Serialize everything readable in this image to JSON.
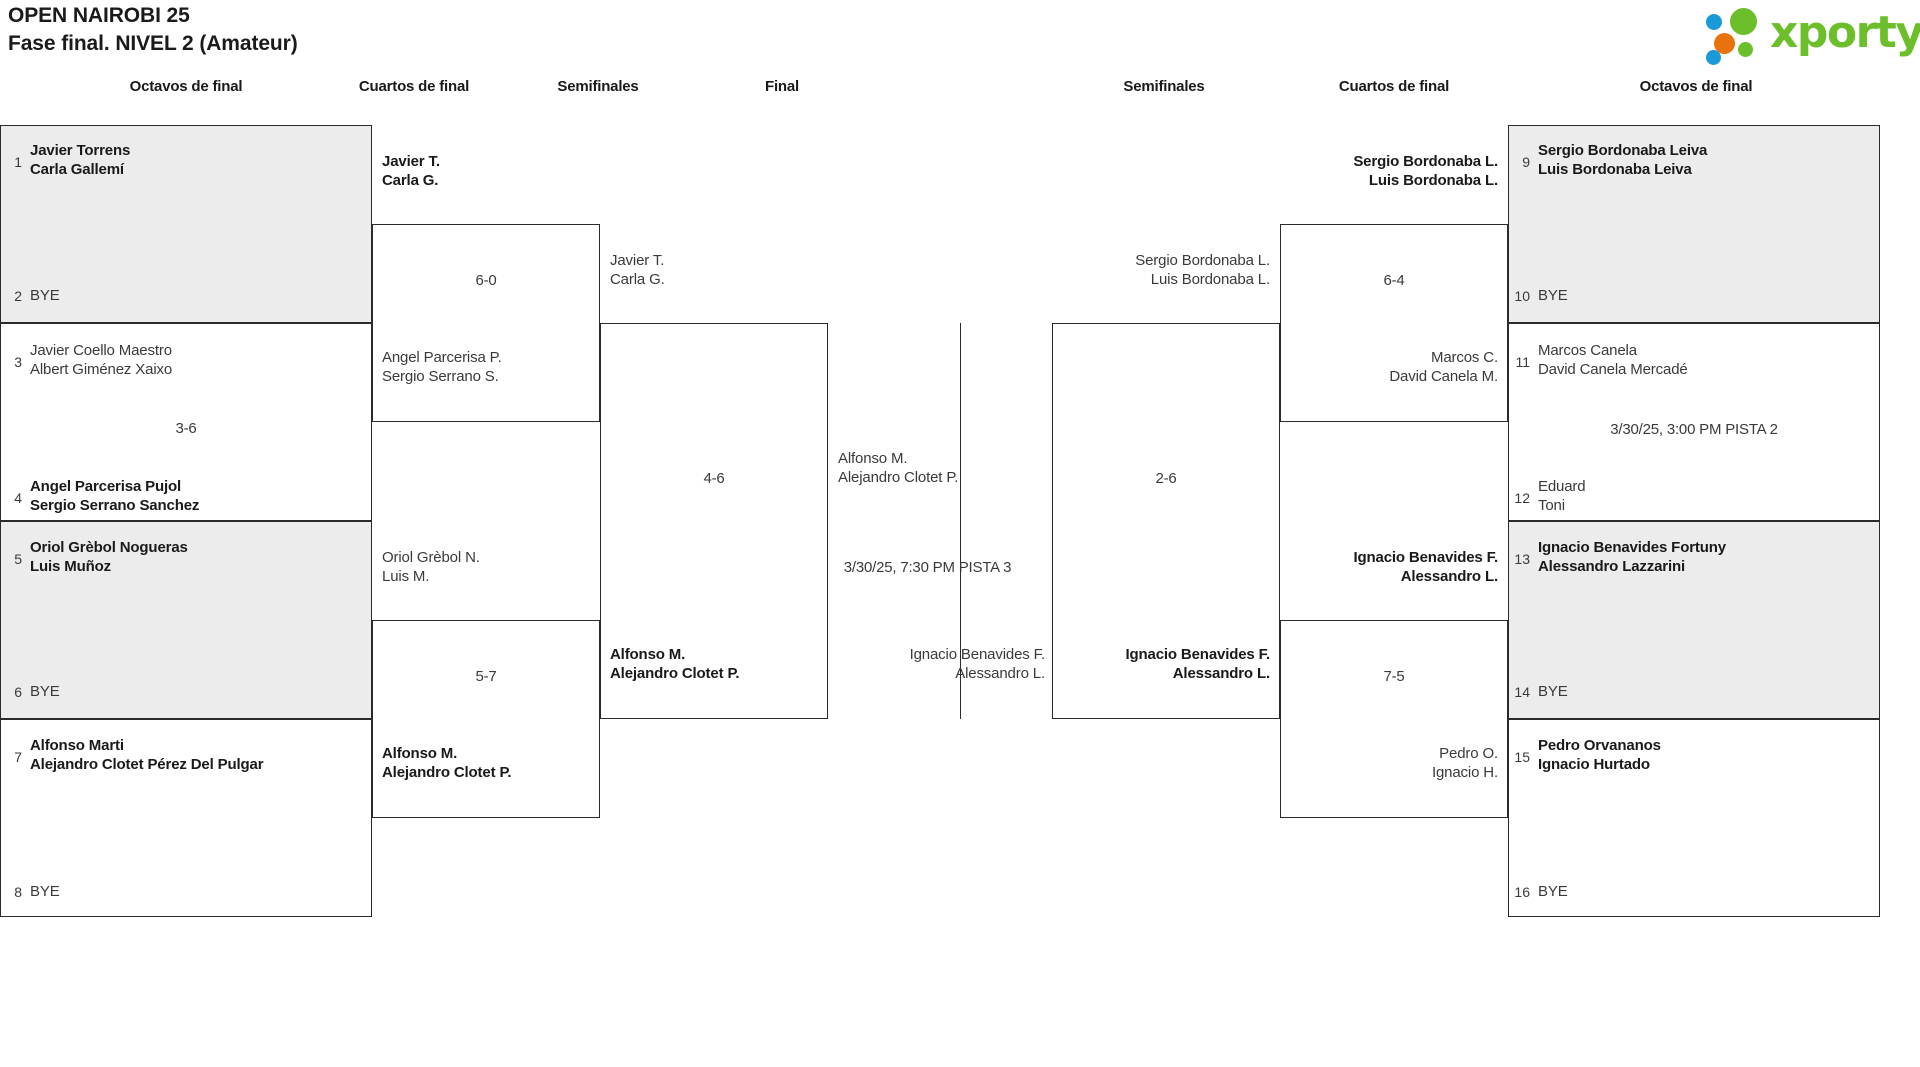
{
  "header": {
    "title": "OPEN NAIROBI 25",
    "subtitle": "Fase final. NIVEL 2 (Amateur)",
    "logo_text": "xporty",
    "logo_colors": {
      "green": "#6cbe2a",
      "blue": "#1a9ad7",
      "orange": "#e8730c"
    }
  },
  "round_headers": {
    "left_r16": "Octavos de final",
    "left_qf": "Cuartos de final",
    "left_sf": "Semifinales",
    "final": "Final",
    "right_sf": "Semifinales",
    "right_qf": "Cuartos de final",
    "right_r16": "Octavos de final"
  },
  "left_r16": [
    {
      "seed": "1",
      "p1": "Javier Torrens",
      "p2": "Carla Gallemí",
      "seed2": "2",
      "opponent": "BYE",
      "winner": true,
      "shaded": true,
      "score": ""
    },
    {
      "seed": "3",
      "p1": "Javier Coello Maestro",
      "p2": "Albert Giménez Xaixo",
      "seed2": "4",
      "o1": "Angel Parcerisa Pujol",
      "o2": "Sergio Serrano Sanchez",
      "score": "3-6",
      "shaded": false,
      "winner_bottom": true
    },
    {
      "seed": "5",
      "p1": "Oriol Grèbol Nogueras",
      "p2": "Luis Muñoz",
      "seed2": "6",
      "opponent": "BYE",
      "winner": true,
      "shaded": true,
      "score": ""
    },
    {
      "seed": "7",
      "p1": "Alfonso Marti",
      "p2": "Alejandro Clotet Pérez Del Pulgar",
      "seed2": "8",
      "opponent": "BYE",
      "winner": true,
      "shaded": false,
      "score": ""
    }
  ],
  "left_qf": [
    {
      "top1": "Javier T.",
      "top2": "Carla G.",
      "top_bold": true,
      "bot1": "Angel Parcerisa P.",
      "bot2": "Sergio Serrano S.",
      "bot_bold": false,
      "score": "6-0"
    },
    {
      "top1": "Oriol Grèbol N.",
      "top2": "Luis M.",
      "top_bold": false,
      "bot1": "Alfonso M.",
      "bot2": "Alejandro Clotet P.",
      "bot_bold": true,
      "score": "5-7"
    }
  ],
  "left_sf": {
    "top1": "Javier T.",
    "top2": "Carla G.",
    "top_bold": false,
    "bot1": "Alfonso M.",
    "bot2": "Alejandro Clotet P.",
    "bot_bold": true,
    "score": "4-6"
  },
  "final": {
    "top1": "Alfonso M.",
    "top2": "Alejandro Clotet P.",
    "top_bold": false,
    "schedule": "3/30/25, 7:30 PM PISTA 3",
    "bot1": "Ignacio Benavides F.",
    "bot2": "Alessandro L.",
    "bot_bold": false
  },
  "right_sf": {
    "top1": "Sergio Bordonaba L.",
    "top2": "Luis Bordonaba L.",
    "top_bold": false,
    "bot1": "Ignacio Benavides F.",
    "bot2": "Alessandro L.",
    "bot_bold": true,
    "score": "2-6"
  },
  "right_qf": [
    {
      "top1": "Sergio Bordonaba L.",
      "top2": "Luis Bordonaba L.",
      "top_bold": true,
      "bot1": "Marcos C.",
      "bot2": "David Canela M.",
      "bot_bold": false,
      "score": "6-4"
    },
    {
      "top1": "Ignacio Benavides F.",
      "top2": "Alessandro L.",
      "top_bold": true,
      "bot1": "Pedro O.",
      "bot2": "Ignacio H.",
      "bot_bold": false,
      "score": "7-5"
    }
  ],
  "right_r16": [
    {
      "seed": "9",
      "p1": "Sergio Bordonaba Leiva",
      "p2": "Luis Bordonaba Leiva",
      "seed2": "10",
      "opponent": "BYE",
      "winner": true,
      "shaded": true,
      "score": ""
    },
    {
      "seed": "11",
      "p1": "Marcos Canela",
      "p2": "David Canela Mercadé",
      "seed2": "12",
      "o1": "Eduard",
      "o2": "Toni",
      "score": "3/30/25, 3:00 PM PISTA 2",
      "shaded": false
    },
    {
      "seed": "13",
      "p1": "Ignacio Benavides Fortuny",
      "p2": "Alessandro Lazzarini",
      "seed2": "14",
      "opponent": "BYE",
      "winner": true,
      "shaded": true,
      "score": ""
    },
    {
      "seed": "15",
      "p1": "Pedro Orvananos",
      "p2": "Ignacio Hurtado",
      "seed2": "16",
      "opponent": "BYE",
      "winner": true,
      "shaded": false,
      "score": ""
    }
  ]
}
